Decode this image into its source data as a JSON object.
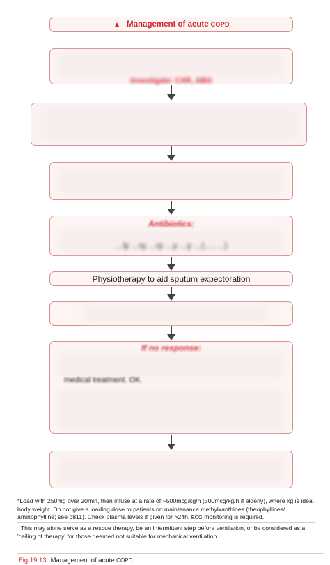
{
  "title": {
    "warning_icon": "warning-triangle-icon",
    "text": "Management of acute",
    "abbr": "COPD"
  },
  "steps": {
    "investigate_label": "Investigate: CXR, ABG",
    "antibiotics_label": "Antibiotics:",
    "antibiotics_text": "…ly …ry …ry …y …y …(…, …)",
    "physiotherapy": "Physiotherapy to aid sputum expectoration",
    "no_response_label": "If no response:",
    "no_response_text": "medical treatment. OK."
  },
  "footnotes": {
    "note1_mark": "*",
    "note1": "Load with 250mg over 20min, then infuse at a rate of ~500mcg/kg/h (300mcg/kg/h if elderly), where kg is ideal body weight. Do not give a loading dose to patients on maintenance methylxanthines (theophyllines/ aminophylline; see p811). Check plasma levels if given for >24h.",
    "note1_ecg": "ECG",
    "note1_end": "monitoring is required.",
    "note2_mark": "†",
    "note2": "This may alone serve as a rescue therapy, be an intermittent step before ventilation, or be considered as a 'ceiling of therapy' for those deemed not suitable for mechanical ventilation."
  },
  "caption": {
    "number": "Fig 19.13",
    "text": "Management of acute",
    "abbr": "COPD."
  }
}
